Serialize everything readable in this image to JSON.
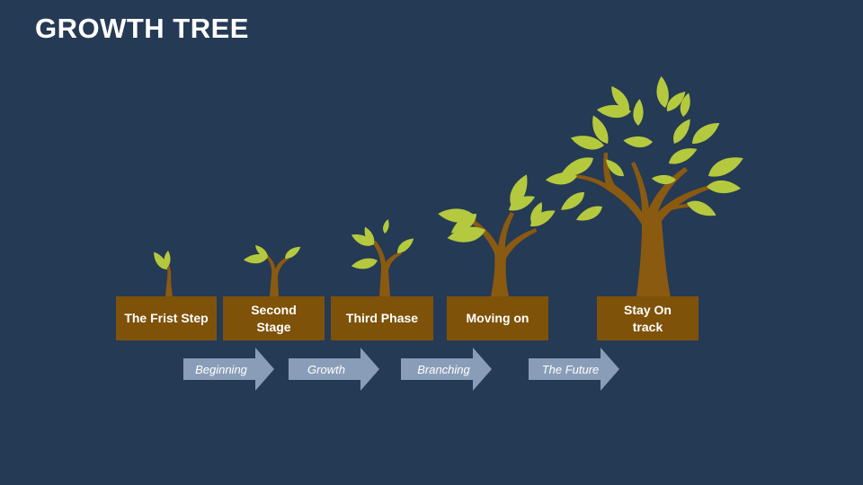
{
  "slide": {
    "title": "GROWTH TREE"
  },
  "stages": [
    {
      "label": "The Frist Step"
    },
    {
      "label": "Second Stage"
    },
    {
      "label": "Third Phase"
    },
    {
      "label": "Moving on"
    },
    {
      "label": "Stay On track"
    }
  ],
  "arrows": [
    {
      "label": "Beginning"
    },
    {
      "label": "Growth"
    },
    {
      "label": "Branching"
    },
    {
      "label": "The Future"
    }
  ],
  "colors": {
    "background": "#253a54",
    "stage_box": "#7f5209",
    "trunk": "#8a5a10",
    "leaf": "#b4c93e",
    "arrow": "#8a9db8"
  }
}
